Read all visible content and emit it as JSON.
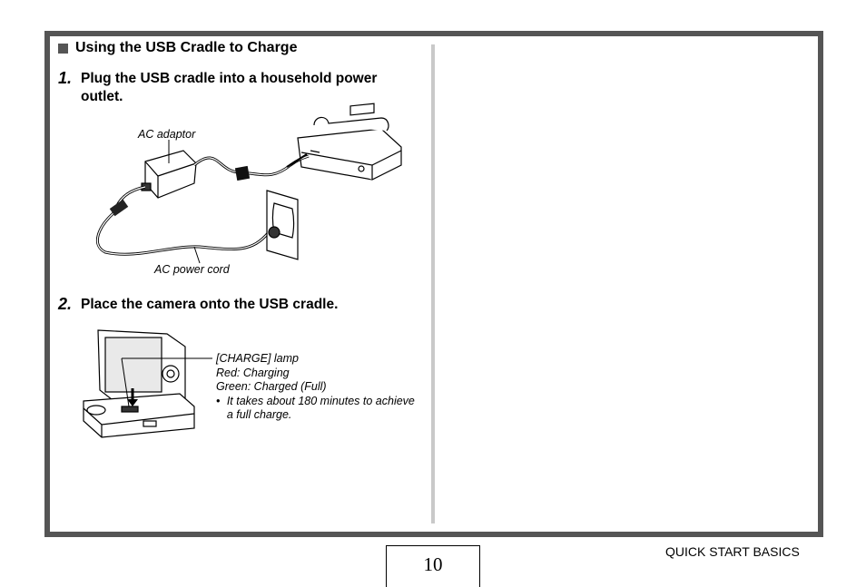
{
  "section": {
    "title": "Using the USB Cradle to Charge"
  },
  "steps": [
    {
      "number": "1.",
      "text": "Plug the USB cradle into a household power outlet."
    },
    {
      "number": "2.",
      "text": "Place the camera onto the USB cradle."
    }
  ],
  "figure1": {
    "label_adaptor": "AC adaptor",
    "label_cord": "AC power cord"
  },
  "figure2": {
    "lamp": "[CHARGE] lamp",
    "red": "Red: Charging",
    "green": "Green: Charged (Full)",
    "bullet": "It takes about 180 minutes to achieve a full charge."
  },
  "footer": {
    "page_number": "10",
    "section": "QUICK START BASICS"
  }
}
